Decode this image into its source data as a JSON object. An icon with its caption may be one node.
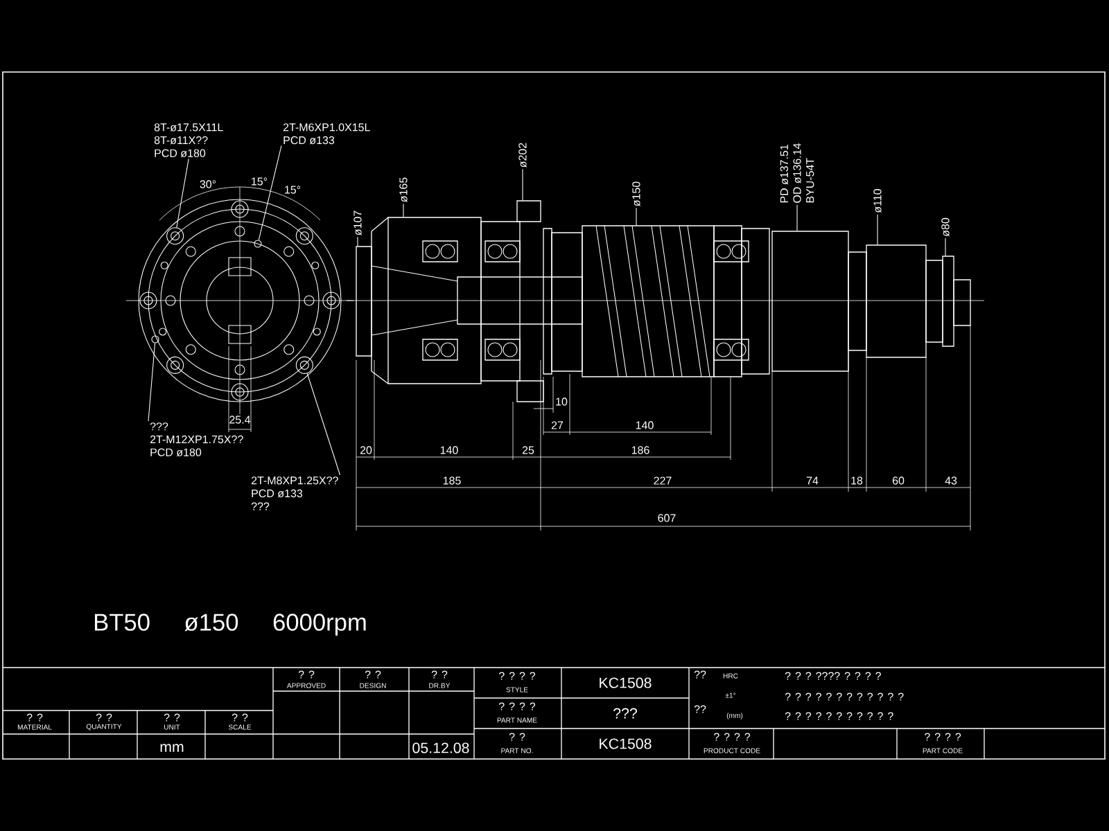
{
  "diagram": {
    "title": "BT50 ø150 6000rpm",
    "nodes": [
      {
        "text": [
          "8T-ø17.5X11L",
          "8T-ø11X??",
          "PCD ø180"
        ]
      },
      {
        "text": [
          "2T-M6XP1.0X15L",
          "PCD ø133"
        ]
      },
      {
        "text": [
          "???",
          "2T-M12XP1.75X??",
          "PCD ø180"
        ]
      },
      {
        "text": [
          "2T-M8XP1.25X??",
          "PCD ø133",
          "???"
        ]
      },
      {
        "text": [
          "ø107"
        ]
      },
      {
        "text": [
          "ø165"
        ]
      },
      {
        "text": [
          "ø202"
        ]
      },
      {
        "text": [
          "ø150"
        ]
      },
      {
        "text": [
          "PD ø137.51",
          "OD ø136.14",
          "BYU-54T"
        ]
      },
      {
        "text": [
          "ø110"
        ]
      },
      {
        "text": [
          "ø80"
        ]
      },
      {
        "text": [],
        "shape": "circle"
      },
      {
        "text": [],
        "shape": "circle"
      },
      {
        "text": [],
        "shape": "circle"
      },
      {
        "text": [],
        "shape": "circle"
      },
      {
        "text": [],
        "shape": "box"
      },
      {
        "text": [],
        "shape": "box"
      },
      {
        "text": [],
        "shape": "box"
      },
      {
        "text": [],
        "shape": "box"
      },
      {
        "text": [],
        "shape": "box"
      },
      {
        "text": [],
        "shape": "box"
      },
      {
        "text": [],
        "shape": "box"
      }
    ],
    "edges": [
      {
        "from": 0,
        "to": 11,
        "arrow": "none"
      },
      {
        "from": 1,
        "to": 12,
        "arrow": "none"
      },
      {
        "from": 2,
        "to": 13,
        "arrow": "none"
      },
      {
        "from": 3,
        "to": 14,
        "arrow": "none"
      },
      {
        "from": 4,
        "to": 15,
        "arrow": "none"
      },
      {
        "from": 5,
        "to": 17,
        "arrow": "none"
      },
      {
        "from": 6,
        "to": 16,
        "arrow": "none"
      },
      {
        "from": 7,
        "to": 18,
        "arrow": "none"
      },
      {
        "from": 8,
        "to": 19,
        "arrow": "none"
      },
      {
        "from": 9,
        "to": 20,
        "arrow": "none"
      },
      {
        "from": 10,
        "to": 21,
        "arrow": "none"
      }
    ],
    "labels": [
      "30°",
      "15°",
      "15°",
      "25.4",
      "20",
      "140",
      "25",
      "186",
      "10",
      "27",
      "140",
      "185",
      "227",
      "74",
      "18",
      "60",
      "43",
      "607",
      "? ?",
      "APPROVED",
      "? ?",
      "DESIGN",
      "? ?",
      "DR.BY",
      "? ? ? ?",
      "STYLE",
      "KC1508",
      "??",
      "HRC",
      "? ? ? ???? ? ? ? ?",
      "±1°",
      "? ? ? ? ? ? ? ? ? ? ? ?",
      "? ?",
      "MATERIAL",
      "? ?",
      "QUANTITY",
      "? ?",
      "UNIT",
      "? ?",
      "SCALE",
      "? ? ? ?",
      "PART NAME",
      "???",
      "??",
      "(mm)",
      "? ? ? ? ? ? ? ? ? ? ?",
      "mm",
      "05.12.08",
      "? ?",
      "PART NO.",
      "KC1508",
      "? ? ? ?",
      "PRODUCT CODE",
      "? ? ? ?",
      "PART CODE"
    ]
  }
}
